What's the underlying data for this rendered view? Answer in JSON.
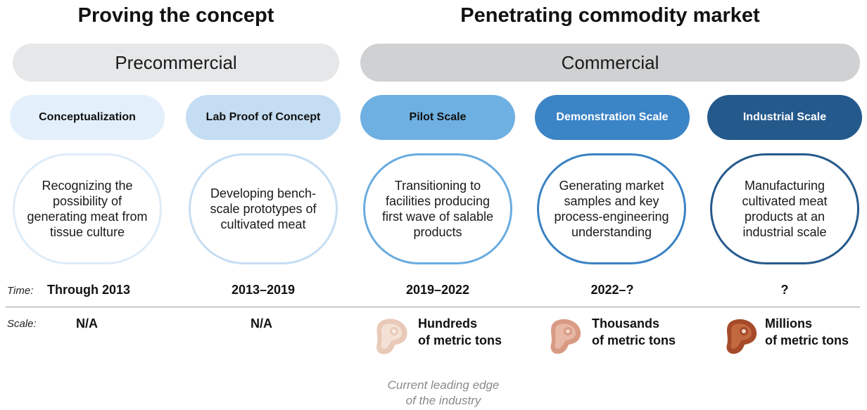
{
  "headers": {
    "left_title": "Proving the concept",
    "right_title": "Penetrating commodity market"
  },
  "phases": {
    "precommercial": "Precommercial",
    "commercial": "Commercial"
  },
  "stages": [
    {
      "name": "Conceptualization",
      "description": "Recognizing the possibility of generating meat from tissue culture",
      "time": "Through 2013",
      "scale": "N/A",
      "pill_bg": "#e3f0fb",
      "pill_fg": "#111111",
      "ring": "#deecf8"
    },
    {
      "name": "Lab Proof of Concept",
      "description": "Developing bench-scale prototypes of cultivated meat",
      "time": "2013–2019",
      "scale": "N/A",
      "pill_bg": "#c4ddf2",
      "pill_fg": "#111111",
      "ring": "#c6def3"
    },
    {
      "name": "Pilot Scale",
      "description": "Transitioning to facilities producing first wave of salable products",
      "time": "2019–2022",
      "scale_line1": "Hundreds",
      "scale_line2": "of metric tons",
      "pill_bg": "#6eb0e2",
      "pill_fg": "#111111",
      "ring": "#6aace0",
      "meat_icon": "steak-icon-light",
      "meat_color": "#e9c9b7"
    },
    {
      "name": "Demonstration Scale",
      "description": "Generating market samples and key process-engineering understanding",
      "time": "2022–?",
      "scale_line1": "Thousands",
      "scale_line2": "of metric tons",
      "pill_bg": "#3b84c6",
      "pill_fg": "#ffffff",
      "ring": "#3a82c4",
      "meat_icon": "steak-icon-medium",
      "meat_color": "#d99a84"
    },
    {
      "name": "Industrial Scale",
      "description": "Manufacturing cultivated meat products at an industrial scale",
      "time": "?",
      "scale_line1": "Millions",
      "scale_line2": "of metric tons",
      "pill_bg": "#24598c",
      "pill_fg": "#ffffff",
      "ring": "#265a8c",
      "meat_icon": "steak-icon-dark",
      "meat_color": "#a64a2a"
    }
  ],
  "row_labels": {
    "time": "Time:",
    "scale": "Scale:"
  },
  "footnote": {
    "line1": "Current leading edge",
    "line2": "of the industry"
  },
  "colors": {
    "precommercial_bar": "#e6e7e8",
    "commercial_bar": "#d0d1d2",
    "footnote_text": "#8a8a8a"
  }
}
